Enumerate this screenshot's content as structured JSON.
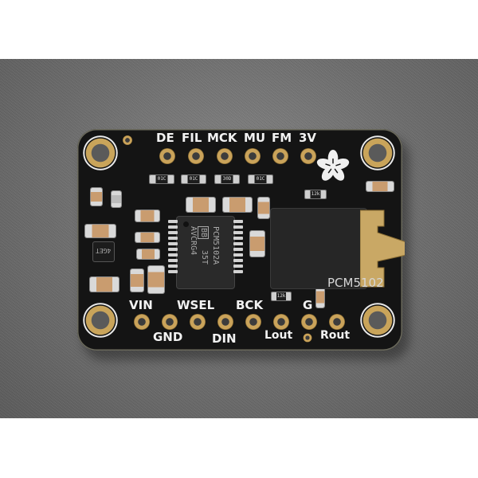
{
  "scene": {
    "subject": "PCM5102 I2S DAC breakout board",
    "background_color": "#6f6f6f",
    "board_color": "#141414",
    "pad_color": "#caa35a",
    "silkscreen_color": "#f2f2f2"
  },
  "board": {
    "title_label": "PCM5102",
    "top_header_pins": [
      {
        "label": "DE"
      },
      {
        "label": "FIL"
      },
      {
        "label": "MCK"
      },
      {
        "label": "MU"
      },
      {
        "label": "FM"
      },
      {
        "label": "3V"
      }
    ],
    "bottom_header_pins_upper_labels": [
      {
        "label": "VIN"
      },
      {
        "label": "WSEL"
      },
      {
        "label": "BCK"
      },
      {
        "label": "G"
      }
    ],
    "bottom_header_pins_lower_labels": [
      {
        "label": "GND"
      },
      {
        "label": "DIN"
      },
      {
        "label": "Lout"
      },
      {
        "label": "Rout"
      }
    ],
    "chip": {
      "line1": "PCM5102A",
      "logo": "BB",
      "line2": "35T",
      "line3": "AVCRG4"
    },
    "regulator_marking": "4GET",
    "resistor_markings": [
      "01C",
      "01C",
      "30D",
      "01C",
      "12k",
      "12k"
    ],
    "logo_icon": "adafruit-flower-icon",
    "connector": "3.5mm-audio-jack"
  }
}
